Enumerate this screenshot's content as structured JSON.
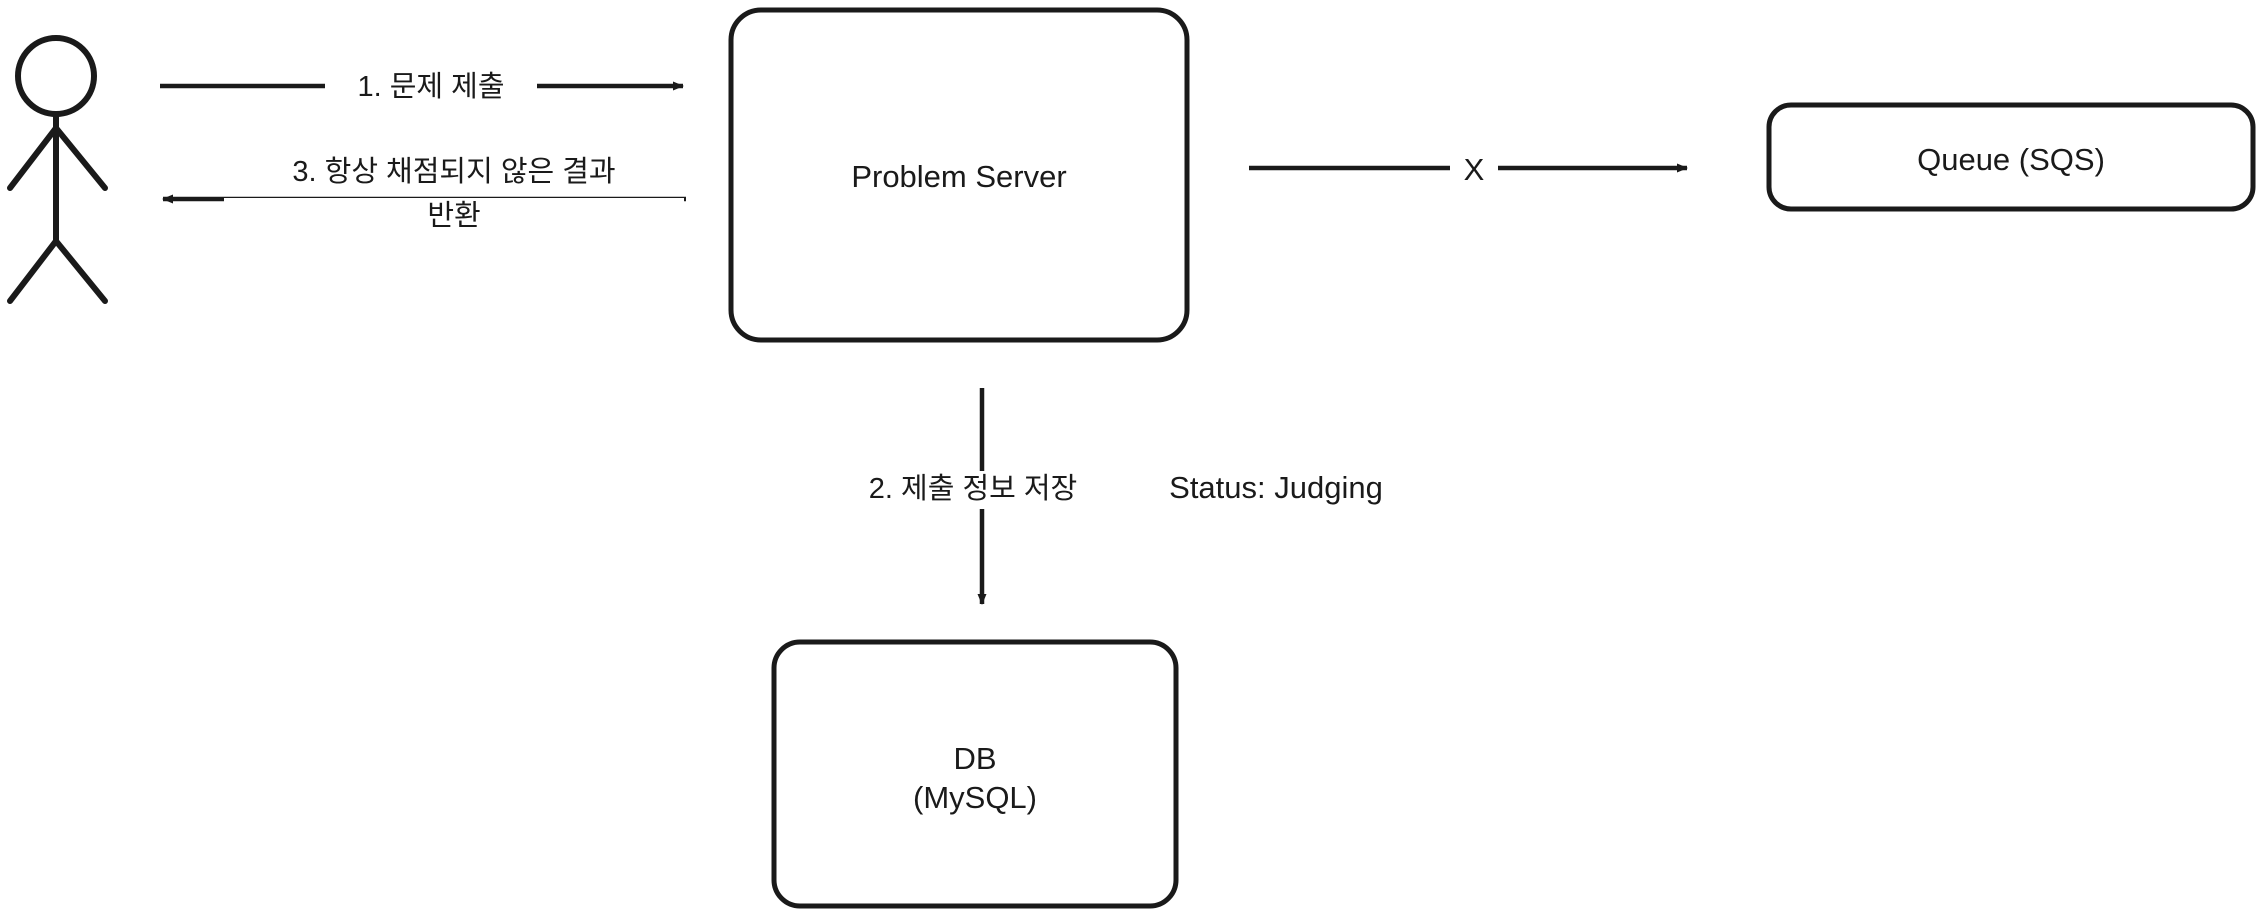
{
  "diagram": {
    "type": "flow-diagram",
    "background_color": "#ffffff",
    "stroke_color": "#1a1a1a",
    "text_color": "#1a1a1a",
    "actor": {
      "name": "stick-figure-actor",
      "label": ""
    },
    "nodes": [
      {
        "id": "problem-server",
        "label": "Problem Server",
        "shape": "rounded-rectangle"
      },
      {
        "id": "queue-sqs",
        "label": "Queue (SQS)",
        "shape": "rounded-rectangle"
      },
      {
        "id": "db-mysql",
        "label": "DB\n(MySQL)",
        "line1": "DB",
        "line2": "(MySQL)",
        "shape": "rounded-rectangle"
      }
    ],
    "edges": [
      {
        "id": "edge-submit",
        "from": "actor",
        "to": "problem-server",
        "label": "1. 문제 제출",
        "direction": "right"
      },
      {
        "id": "edge-return",
        "from": "problem-server",
        "to": "actor",
        "label": "3. 항상 채점되지 않은 결과\n반환",
        "line1": "3. 항상 채점되지 않은 결과",
        "line2": "반환",
        "direction": "left"
      },
      {
        "id": "edge-queue",
        "from": "problem-server",
        "to": "queue-sqs",
        "label": "X",
        "direction": "right"
      },
      {
        "id": "edge-store",
        "from": "problem-server",
        "to": "db-mysql",
        "label": "2. 제출 정보 저장",
        "direction": "down"
      }
    ],
    "annotations": [
      {
        "id": "status-note",
        "label": "Status: Judging"
      }
    ]
  }
}
